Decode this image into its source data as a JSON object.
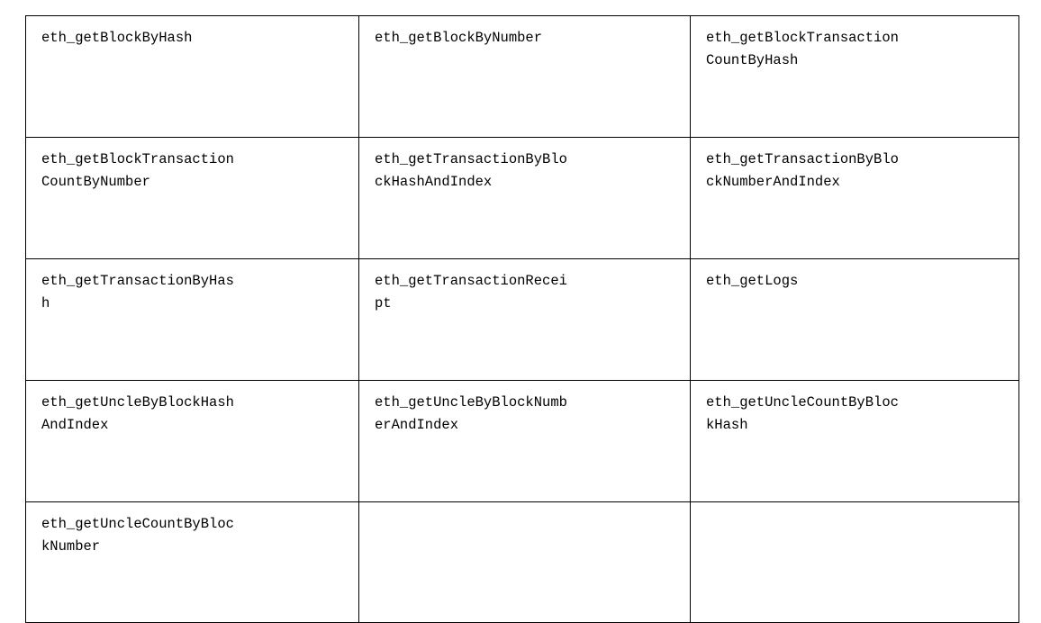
{
  "document": {
    "type": "table",
    "columns": 3,
    "rows": 5,
    "cell_chars_per_line": 23,
    "border_color": "#000000",
    "background_color": "#ffffff",
    "text_color": "#000000"
  },
  "table": {
    "rows": [
      {
        "cells": [
          "eth_getBlockByHash",
          "eth_getBlockByNumber",
          "eth_getBlockTransactionCountByHash"
        ]
      },
      {
        "cells": [
          "eth_getBlockTransactionCountByNumber",
          "eth_getTransactionByBlockHashAndIndex",
          "eth_getTransactionByBlockNumberAndIndex"
        ]
      },
      {
        "cells": [
          "eth_getTransactionByHash",
          "eth_getTransactionReceipt",
          "eth_getLogs"
        ]
      },
      {
        "cells": [
          "eth_getUncleByBlockHashAndIndex",
          "eth_getUncleByBlockNumberAndIndex",
          "eth_getUncleCountByBlockHash"
        ]
      },
      {
        "cells": [
          "eth_getUncleCountByBlockNumber",
          "",
          ""
        ]
      }
    ]
  }
}
